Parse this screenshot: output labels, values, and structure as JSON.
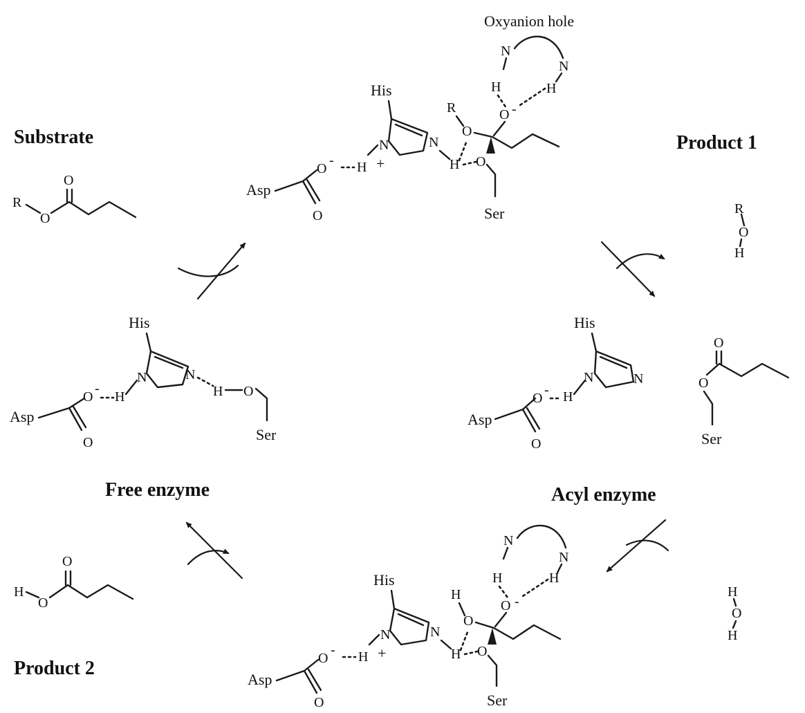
{
  "labels": {
    "substrate": "Substrate",
    "product1": "Product 1",
    "free_enzyme": "Free enzyme",
    "acyl_enzyme": "Acyl enzyme",
    "product2": "Product 2",
    "oxyanion_hole": "Oxyanion hole"
  },
  "atoms": {
    "his": "His",
    "asp": "Asp",
    "ser": "Ser",
    "o": "O",
    "o_minus": "O",
    "n": "N",
    "h": "H",
    "r": "R",
    "minus": "-",
    "plus": "+"
  }
}
